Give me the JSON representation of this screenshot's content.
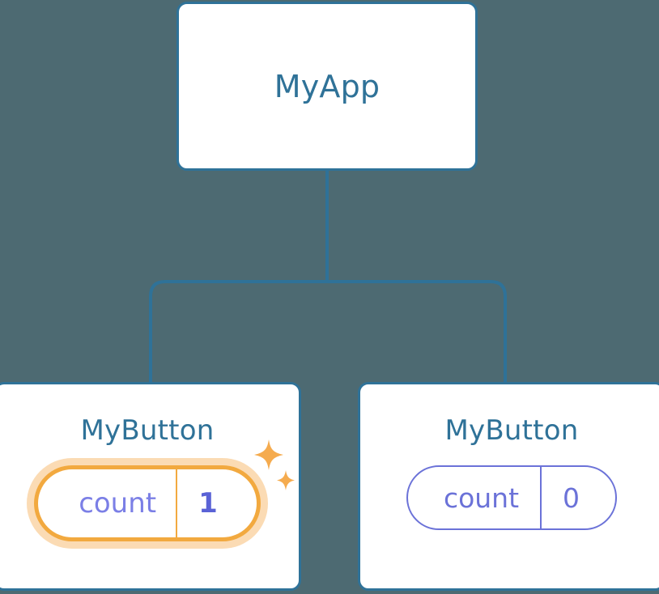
{
  "canvas": {
    "background_color": "#4d6a72",
    "edge_color": "#2f7298",
    "node_border_color": "#2f7298",
    "node_title_color": "#2f7298",
    "pill_color": "#6b72d8",
    "highlight_color": "#f2a93f",
    "highlight_glow_color": "#f7be77",
    "sparkle_color": "#f5ab4e"
  },
  "tree": {
    "root": {
      "title": "MyApp"
    },
    "children": [
      {
        "title": "MyButton",
        "state": {
          "key": "count",
          "value": "1"
        },
        "highlighted": true
      },
      {
        "title": "MyButton",
        "state": {
          "key": "count",
          "value": "0"
        },
        "highlighted": false
      }
    ]
  }
}
